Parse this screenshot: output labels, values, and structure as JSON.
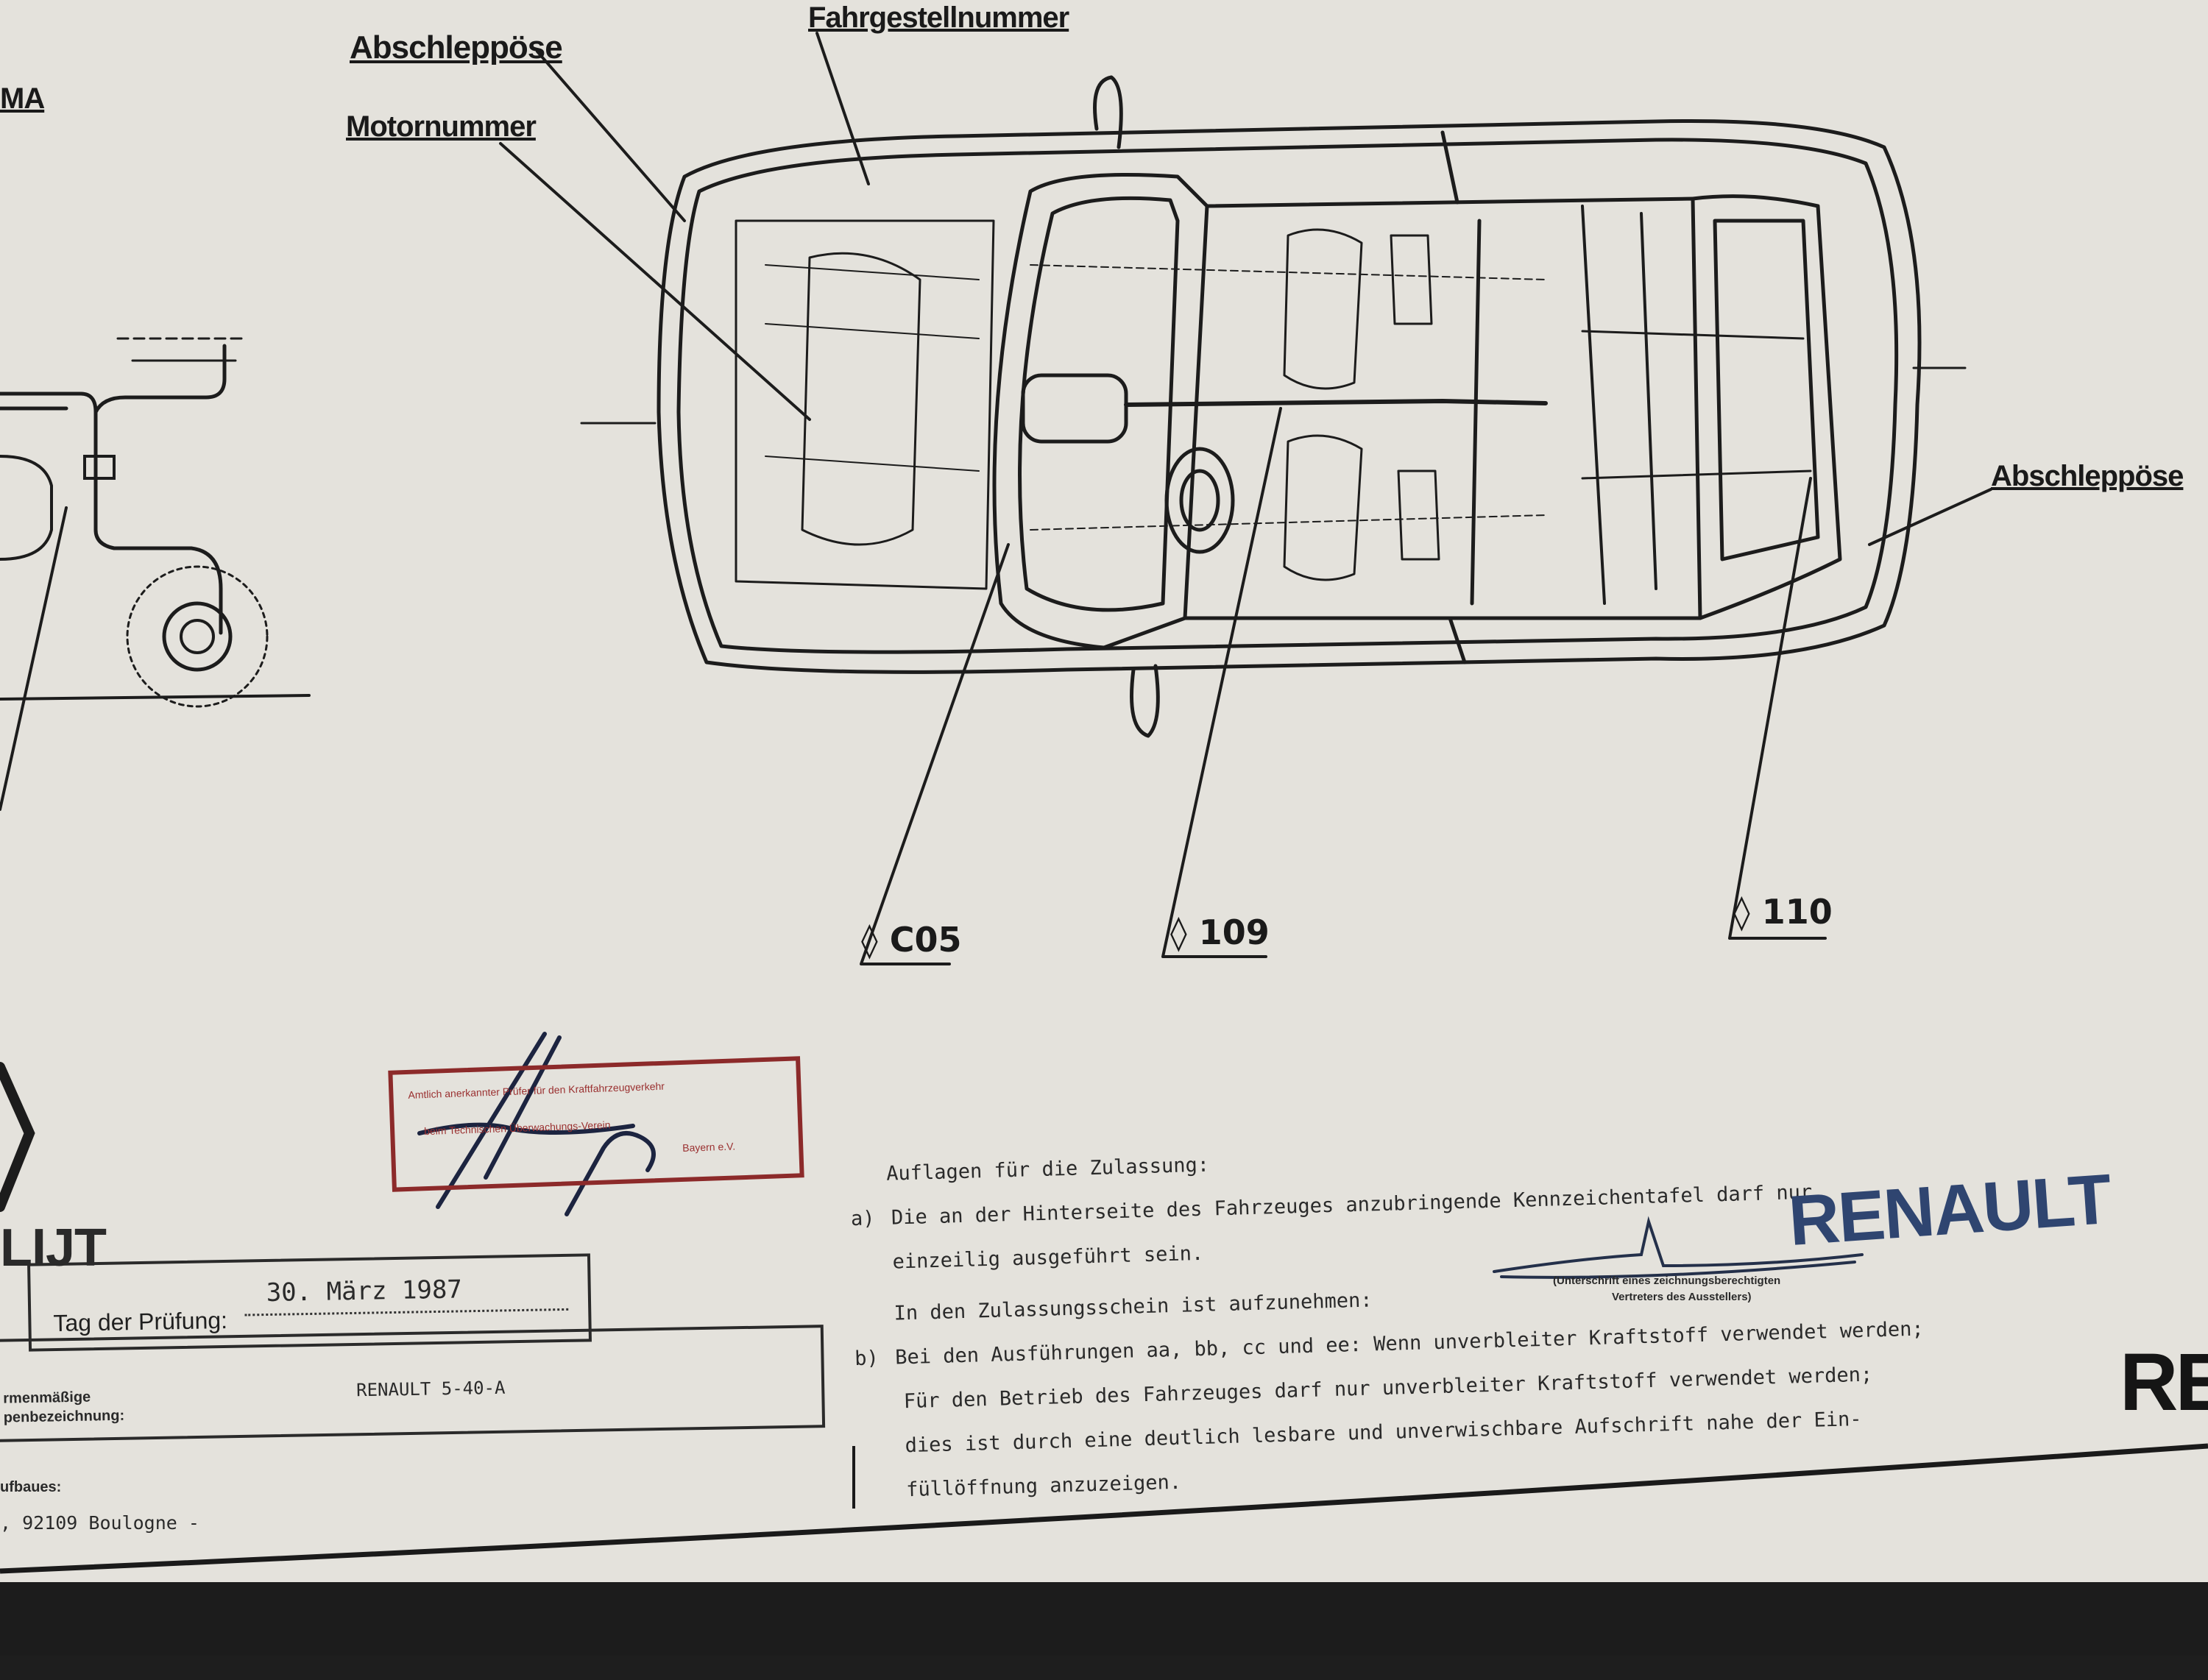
{
  "labels": {
    "top_left_fragment": "MA",
    "tow_eye_front": "Abschleppöse",
    "chassis_number": "Fahrgestellnummer",
    "engine_number": "Motornummer",
    "tow_eye_rear": "Abschleppöse",
    "code_c05": "◊ C05",
    "code_109": "◊ 109",
    "code_110": "◊ 110"
  },
  "stamp": {
    "line1": "Amtlich anerkannter Prüfer für den Kraftfahrzeugverkehr",
    "line2": "beim Technischen Überwachungs-Verein",
    "line3": "Bayern e.V."
  },
  "form": {
    "brand_fragment": "LIJT",
    "test_date_label": "Tag der Prüfung:",
    "test_date_value": "30. März 1987",
    "type_label_line1": "rmenmäßige",
    "type_label_line2": "penbezeichnung:",
    "type_value": "RENAULT 5-40-A",
    "body_label": "ufbaues:",
    "address_fragment": ", 92109 Boulogne -"
  },
  "conditions": {
    "heading": "Auflagen für die Zulassung:",
    "a_marker": "a)",
    "a_line1": "Die an der Hinterseite des  Fahrzeuges anzubringende Kennzeichentafel darf nur",
    "a_line2": "einzeilig ausgeführt sein.",
    "registration_line": "In den Zulassungsschein ist aufzunehmen:",
    "b_marker": "b)",
    "b_line1": "Bei den Ausführungen aa, bb, cc und ee:  Wenn unverbleiter Kraftstoff verwendet werden;",
    "b_line2": "Für den Betrieb des Fahrzeuges darf nur unverbleiter Kraftstoff verwendet werden;",
    "b_line3": "dies ist durch eine deutlich lesbare und unverwischbare Aufschrift nahe der Ein-",
    "b_line4": "füllöffnung anzuzeigen."
  },
  "signature_caption": {
    "line1": "(Unterschrift eines zeichnungsberechtigten",
    "line2": "Vertreters des Ausstellers)"
  },
  "brand_stamp": "RENAULT",
  "brand_edge": "REN",
  "colors": {
    "paper": "#e4e2dc",
    "ink": "#1a1a1a",
    "stamp_red": "#8c2a2a",
    "stamp_blue": "#2f4570"
  }
}
